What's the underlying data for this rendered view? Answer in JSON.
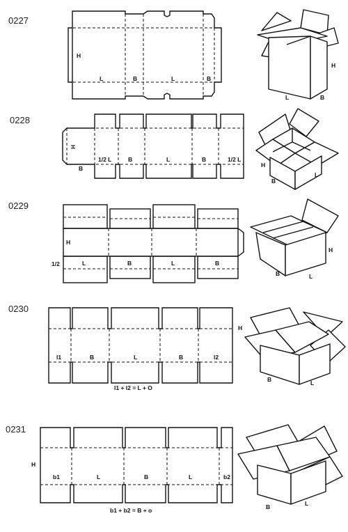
{
  "styles": [
    {
      "code": "0227",
      "flat_labels": {
        "height": "H",
        "length_1": "L",
        "width_1": "B",
        "length_2": "L",
        "width_2": "B"
      },
      "box_labels": {
        "length": "L",
        "width": "B",
        "height": "H"
      }
    },
    {
      "code": "0228",
      "flat_labels": {
        "height": "H",
        "width_flap": "B",
        "half_length_1": "1/2 L",
        "width_1": "B",
        "length": "L",
        "width_2": "B",
        "half_length_2": "1/2 L"
      },
      "box_labels": {
        "height": "H",
        "width": "B",
        "length": "L"
      }
    },
    {
      "code": "0229",
      "flat_labels": {
        "height": "H",
        "half": "1/2",
        "length_1": "L",
        "width_1": "B",
        "length_2": "L",
        "width_2": "B"
      },
      "box_labels": {
        "height": "H",
        "width": "B",
        "length": "L"
      }
    },
    {
      "code": "0230",
      "flat_labels": {
        "part_1": "l1",
        "width_1": "B",
        "length": "L",
        "width_2": "B",
        "part_2": "l2"
      },
      "formula": "l1 + l2 = L + O",
      "box_labels": {
        "height": "H",
        "width": "B",
        "length": "L"
      }
    },
    {
      "code": "0231",
      "flat_labels": {
        "height": "H",
        "part_1": "b1",
        "length_1": "L",
        "width": "B",
        "length_2": "L",
        "part_2": "b2"
      },
      "formula": "b1 + b2 = B + o",
      "box_labels": {
        "width": "B",
        "length": "L"
      }
    }
  ]
}
